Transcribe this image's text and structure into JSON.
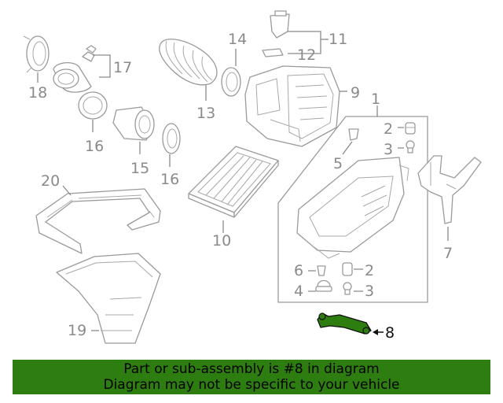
{
  "callouts": {
    "c1": "1",
    "c2a": "2",
    "c2b": "2",
    "c3a": "3",
    "c3b": "3",
    "c4": "4",
    "c5": "5",
    "c6": "6",
    "c7": "7",
    "c8": "8",
    "c9": "9",
    "c10": "10",
    "c11": "11",
    "c12": "12",
    "c13": "13",
    "c14": "14",
    "c15": "15",
    "c16a": "16",
    "c16b": "16",
    "c17": "17",
    "c18": "18",
    "c19": "19",
    "c20": "20"
  },
  "highlight": {
    "part": "8",
    "color": "#2e7d11"
  },
  "banner": {
    "line1": "Part or sub-assembly is #8 in diagram",
    "line2": "Diagram may not be specific to your vehicle"
  }
}
